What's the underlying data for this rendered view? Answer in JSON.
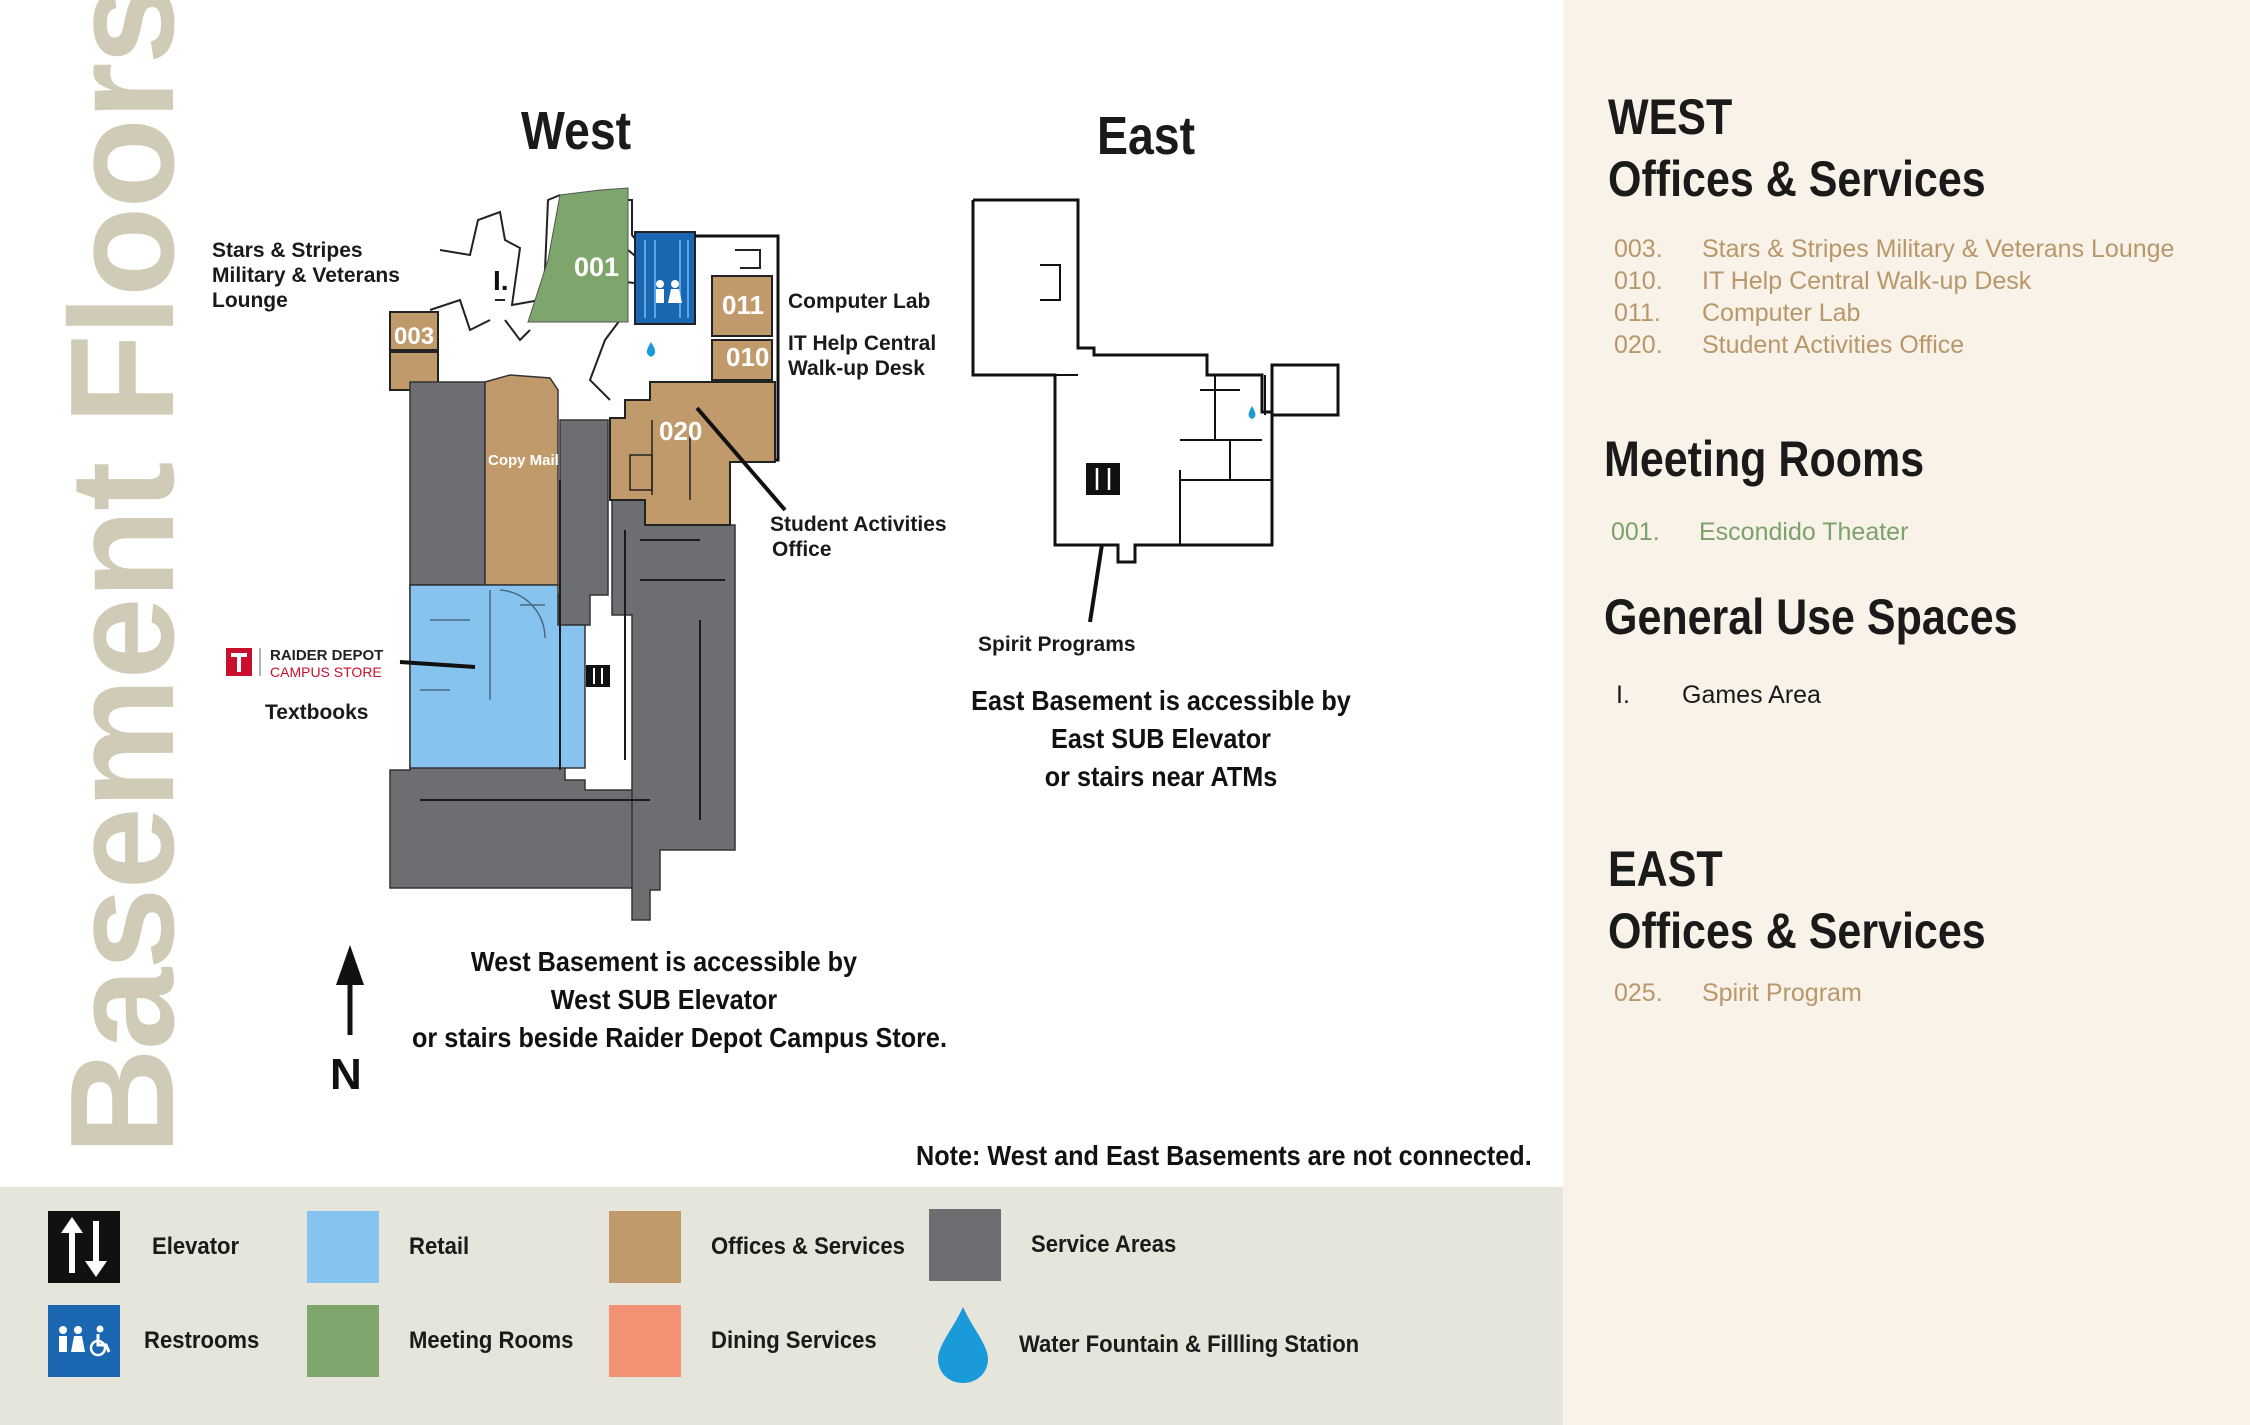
{
  "title": "Basement Floors",
  "west": {
    "heading": "West",
    "rooms": {
      "r001": "001",
      "r003": "003",
      "r010": "010",
      "r011": "011",
      "r020": "020",
      "copy_mail": "Copy Mail",
      "games": "I."
    },
    "callouts": {
      "stars_line1": "Stars & Stripes",
      "stars_line2": "Military & Veterans",
      "stars_line3": "Lounge",
      "computer_lab": "Computer Lab",
      "it_line1": "IT Help Central",
      "it_line2": "Walk-up Desk",
      "sao_line1": "Student Activities",
      "sao_line2": "Office",
      "raider_depot_line1": "RAIDER DEPOT",
      "raider_depot_line2": "CAMPUS STORE",
      "textbooks": "Textbooks"
    },
    "access_line1": "West Basement is accessible by",
    "access_line2": "West SUB Elevator",
    "access_line3": "or stairs beside Raider Depot Campus Store.",
    "north_label": "N"
  },
  "east": {
    "heading": "East",
    "spirit_callout": "Spirit Programs",
    "access_line1": "East Basement is accessible by",
    "access_line2": "East SUB Elevator",
    "access_line3": "or stairs near ATMs"
  },
  "note": "Note: West and East Basements are not connected.",
  "legend": {
    "elevator": "Elevator",
    "retail": "Retail",
    "offices": "Offices & Services",
    "service": "Service Areas",
    "restrooms": "Restrooms",
    "meeting": "Meeting Rooms",
    "dining": "Dining Services",
    "water": "Water Fountain & Fillling Station"
  },
  "colors": {
    "retail": "#86c4ef",
    "offices": "#c19a6b",
    "service": "#6d6e71",
    "meeting": "#7ea56b",
    "dining": "#f39274",
    "restrooms": "#1b66b0",
    "water": "#1a9ad9",
    "legend_bg": "#e6e5dc",
    "panel_bg": "#f9f2e8",
    "title_gray": "#cfcbb7"
  },
  "panel": {
    "west_title_line1": "WEST",
    "west_title_line2": "Offices & Services",
    "west_items": [
      {
        "num": "003.",
        "name": "Stars & Stripes Military & Veterans Lounge"
      },
      {
        "num": "010.",
        "name": "IT Help Central Walk-up Desk"
      },
      {
        "num": "011.",
        "name": "Computer Lab"
      },
      {
        "num": "020.",
        "name": "Student Activities Office"
      }
    ],
    "meeting_title": "Meeting Rooms",
    "meeting_items": [
      {
        "num": "001.",
        "name": "Escondido Theater"
      }
    ],
    "general_title": "General Use Spaces",
    "general_items": [
      {
        "num": "I.",
        "name": "Games Area"
      }
    ],
    "east_title_line1": "EAST",
    "east_title_line2": "Offices & Services",
    "east_items": [
      {
        "num": "025.",
        "name": "Spirit Program"
      }
    ]
  }
}
